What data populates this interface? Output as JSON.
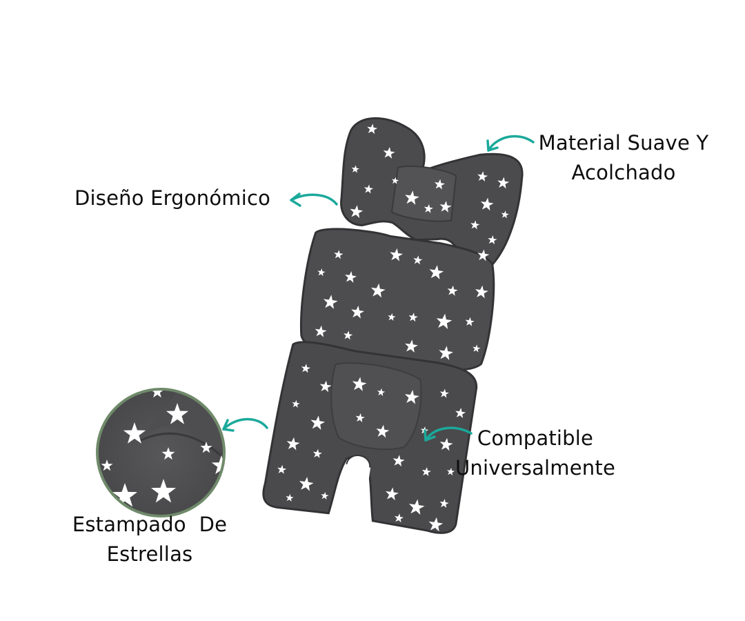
{
  "product": {
    "name": "star-print-stroller-seat-liner",
    "fabric_color": "#4a4a4c",
    "star_color": "#ffffff",
    "accent_arrow_color": "#1aa99b",
    "zoom_ring_color": "#6f8a6a"
  },
  "callouts": [
    {
      "id": "material",
      "lines": [
        "Material Suave Y",
        "Acolchado"
      ]
    },
    {
      "id": "ergonomico",
      "lines": [
        "Diseño Ergonómico"
      ]
    },
    {
      "id": "compatible",
      "lines": [
        "Compatible",
        "Universalmente"
      ]
    },
    {
      "id": "estampado",
      "lines": [
        "Estampado  De",
        "Estrellas"
      ]
    }
  ]
}
